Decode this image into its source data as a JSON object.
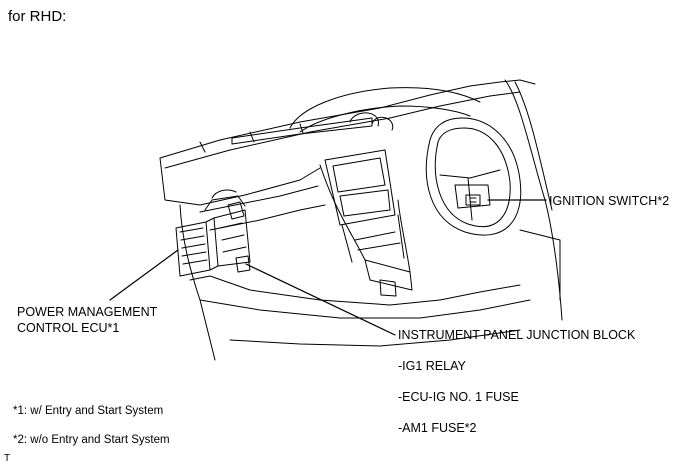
{
  "heading": "for RHD:",
  "callouts": {
    "ignition_switch": "IGNITION SWITCH*2",
    "ecu_line1": "POWER MANAGEMENT",
    "ecu_line2": "CONTROL ECU*1",
    "junction_block": "INSTRUMENT PANEL JUNCTION BLOCK",
    "junction_items": [
      "-IG1 RELAY",
      "-ECU-IG NO. 1 FUSE",
      "-AM1 FUSE*2"
    ]
  },
  "notes": [
    "*1: w/ Entry and Start System",
    "*2: w/o Entry and Start System"
  ],
  "corner_mark": "T"
}
